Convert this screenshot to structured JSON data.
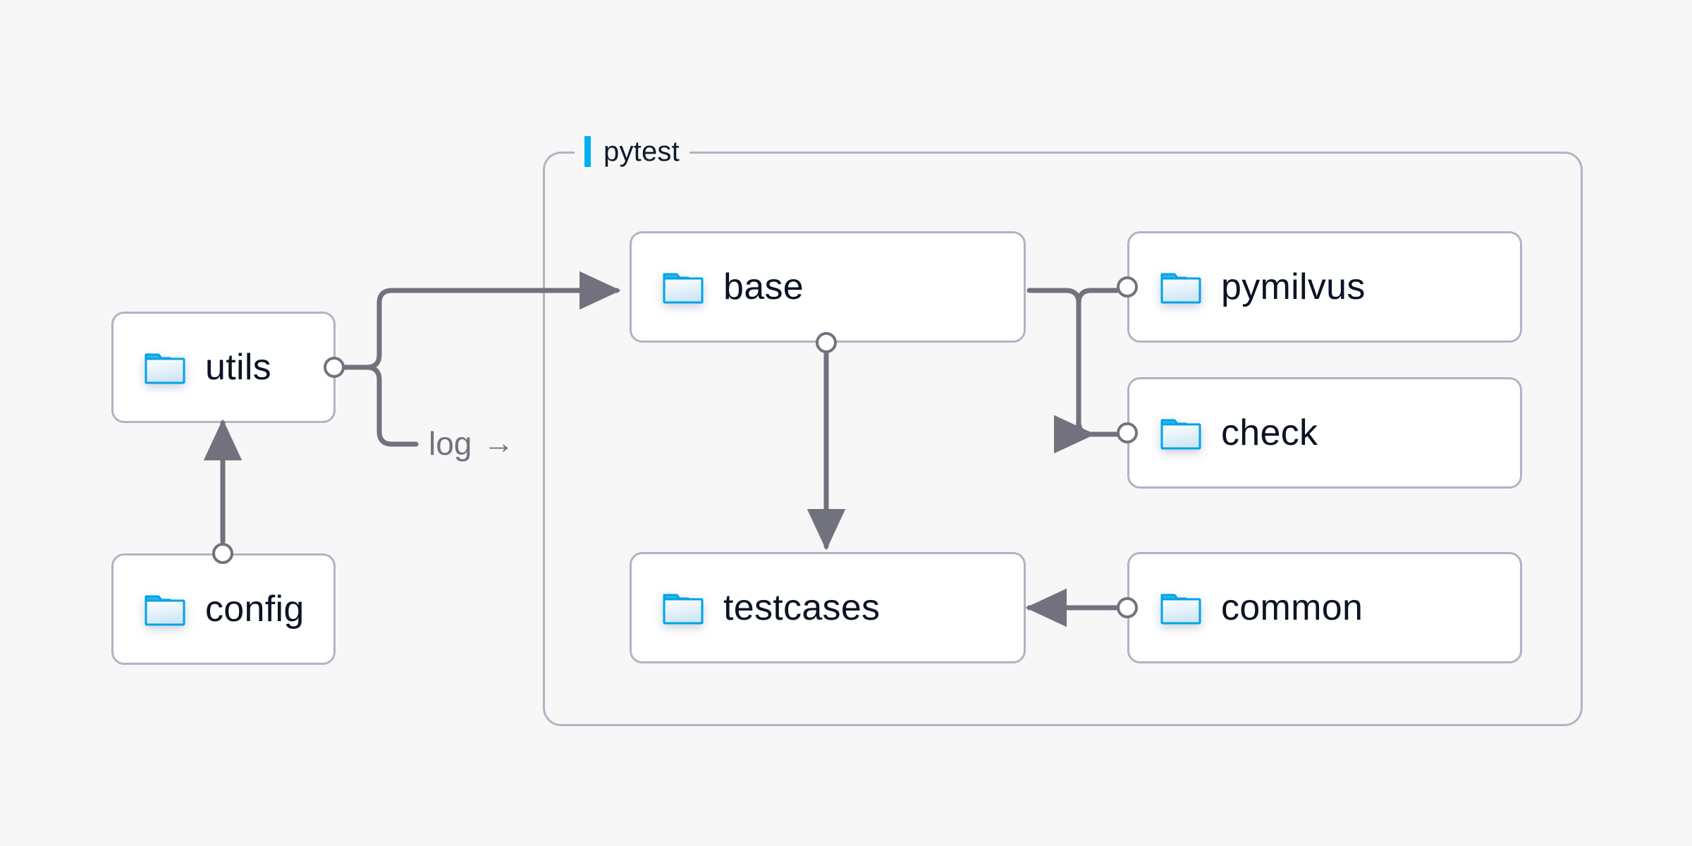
{
  "diagram": {
    "background_color": "#f7f7f7",
    "accent_color": "#00b0f0",
    "node_border_color": "#b4b2c4",
    "edge_color": "#72727f",
    "text_color": "#0b1324",
    "group": {
      "label": "pytest",
      "icon": "accent-bar"
    },
    "nodes": [
      {
        "id": "utils",
        "label": "utils",
        "icon": "folder-icon"
      },
      {
        "id": "config",
        "label": "config",
        "icon": "folder-icon"
      },
      {
        "id": "base",
        "label": "base",
        "icon": "folder-icon"
      },
      {
        "id": "testcases",
        "label": "testcases",
        "icon": "folder-icon"
      },
      {
        "id": "pymilvus",
        "label": "pymilvus",
        "icon": "folder-icon"
      },
      {
        "id": "check",
        "label": "check",
        "icon": "folder-icon"
      },
      {
        "id": "common",
        "label": "common",
        "icon": "folder-icon"
      }
    ],
    "edge_labels": {
      "log": "log",
      "log_arrow": "→"
    }
  }
}
